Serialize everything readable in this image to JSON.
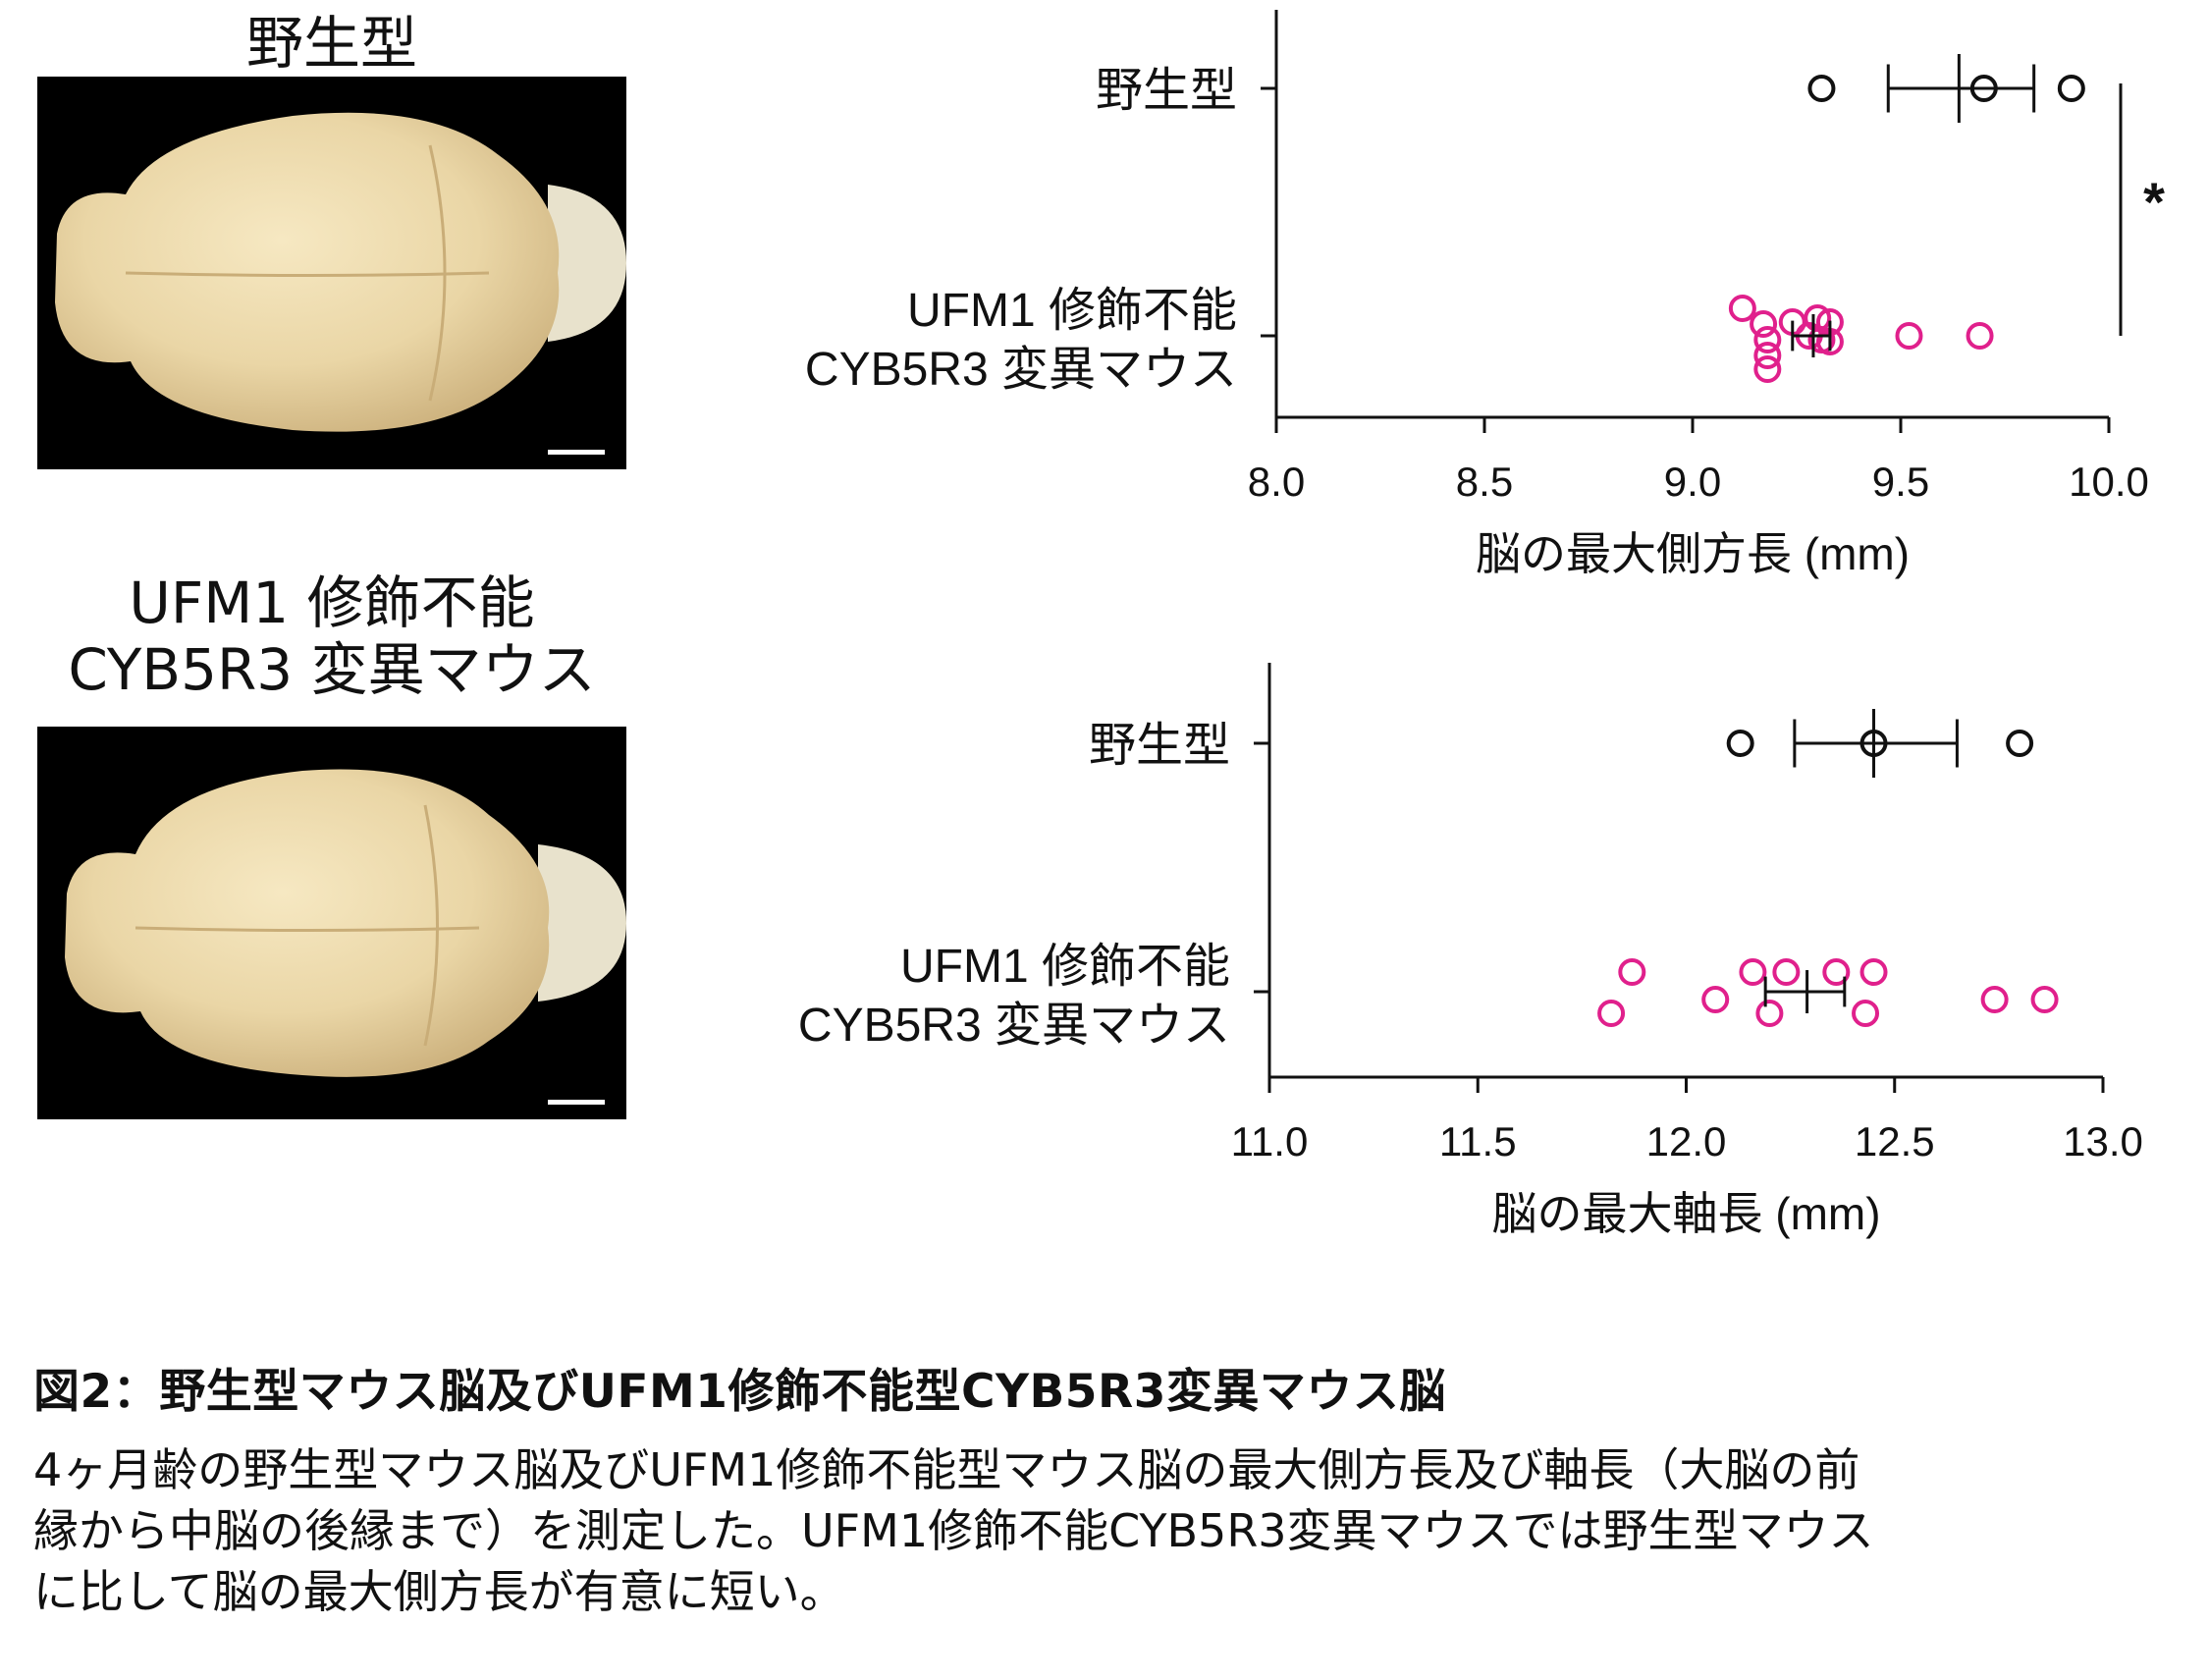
{
  "photos": {
    "wt_label": "野生型",
    "mut_label_lines": [
      "UFM1 修飾不能",
      "CYB5R3 変異マウス"
    ]
  },
  "chart_data": [
    {
      "type": "scatter",
      "orientation": "horizontal",
      "categories": [
        "野生型",
        "UFM1 修飾不能\nCYB5R3 変異マウス"
      ],
      "xlabel": "脳の最大側方長 (mm)",
      "xlim": [
        8.0,
        10.0
      ],
      "xticks": [
        "8.0",
        "8.5",
        "9.0",
        "9.5",
        "10.0"
      ],
      "series": [
        {
          "values": [
            9.31,
            9.7,
            9.91
          ],
          "mean": 9.64,
          "error": [
            9.47,
            9.82
          ],
          "color": "#111111"
        },
        {
          "values": [
            9.12,
            9.17,
            9.18,
            9.18,
            9.18,
            9.24,
            9.28,
            9.3,
            9.31,
            9.33,
            9.33,
            9.52,
            9.69
          ],
          "mean": 9.29,
          "error": [
            9.24,
            9.33
          ],
          "color": "#e0208c"
        }
      ],
      "significance": "*"
    },
    {
      "type": "scatter",
      "orientation": "horizontal",
      "categories": [
        "野生型",
        "UFM1 修飾不能\nCYB5R3 変異マウス"
      ],
      "xlabel": "脳の最大軸長 (mm)",
      "xlim": [
        11.0,
        13.0
      ],
      "xticks": [
        "11.0",
        "11.5",
        "12.0",
        "12.5",
        "13.0"
      ],
      "series": [
        {
          "values": [
            12.13,
            12.45,
            12.8
          ],
          "mean": 12.45,
          "error": [
            12.26,
            12.65
          ],
          "color": "#111111"
        },
        {
          "values": [
            11.82,
            11.87,
            12.07,
            12.16,
            12.2,
            12.24,
            12.36,
            12.43,
            12.45,
            12.74,
            12.86
          ],
          "mean": 12.29,
          "error": [
            12.19,
            12.38
          ],
          "color": "#e0208c"
        }
      ]
    }
  ],
  "caption": {
    "title": "図2：野生型マウス脳及びUFM1修飾不能型CYB5R3変異マウス脳",
    "lines": [
      "4ヶ月齢の野生型マウス脳及びUFM1修飾不能型マウス脳の最大側方長及び軸長（大脳の前",
      "縁から中脳の後縁まで）を測定した。UFM1修飾不能CYB5R3変異マウスでは野生型マウス",
      "に比して脳の最大側方長が有意に短い。"
    ]
  }
}
